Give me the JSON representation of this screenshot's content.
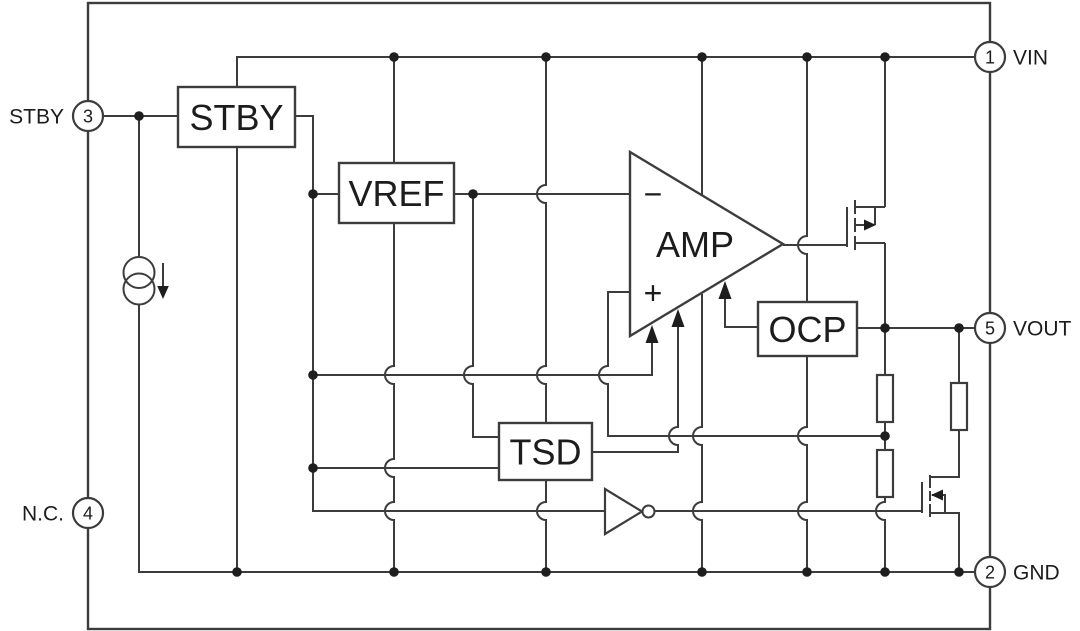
{
  "figure": {
    "type": "ic-internal-block-diagram",
    "background": "#ffffff",
    "line_color": "#3c3c3c",
    "text_color": "#1c1c1c"
  },
  "pins": {
    "vin": {
      "number": "1",
      "label": "VIN"
    },
    "gnd": {
      "number": "2",
      "label": "GND"
    },
    "stby": {
      "number": "3",
      "label": "STBY"
    },
    "nc": {
      "number": "4",
      "label": "N.C."
    },
    "vout": {
      "number": "5",
      "label": "VOUT"
    }
  },
  "blocks": {
    "stby": "STBY",
    "vref": "VREF",
    "amp": "AMP",
    "ocp": "OCP",
    "tsd": "TSD"
  },
  "amp_inputs": {
    "inverting": "−",
    "noninverting": "+"
  },
  "symbols": [
    "current-source",
    "pmos-pass-transistor",
    "nmos-discharge-transistor",
    "feedback-resistor-divider",
    "logic-inverter"
  ]
}
